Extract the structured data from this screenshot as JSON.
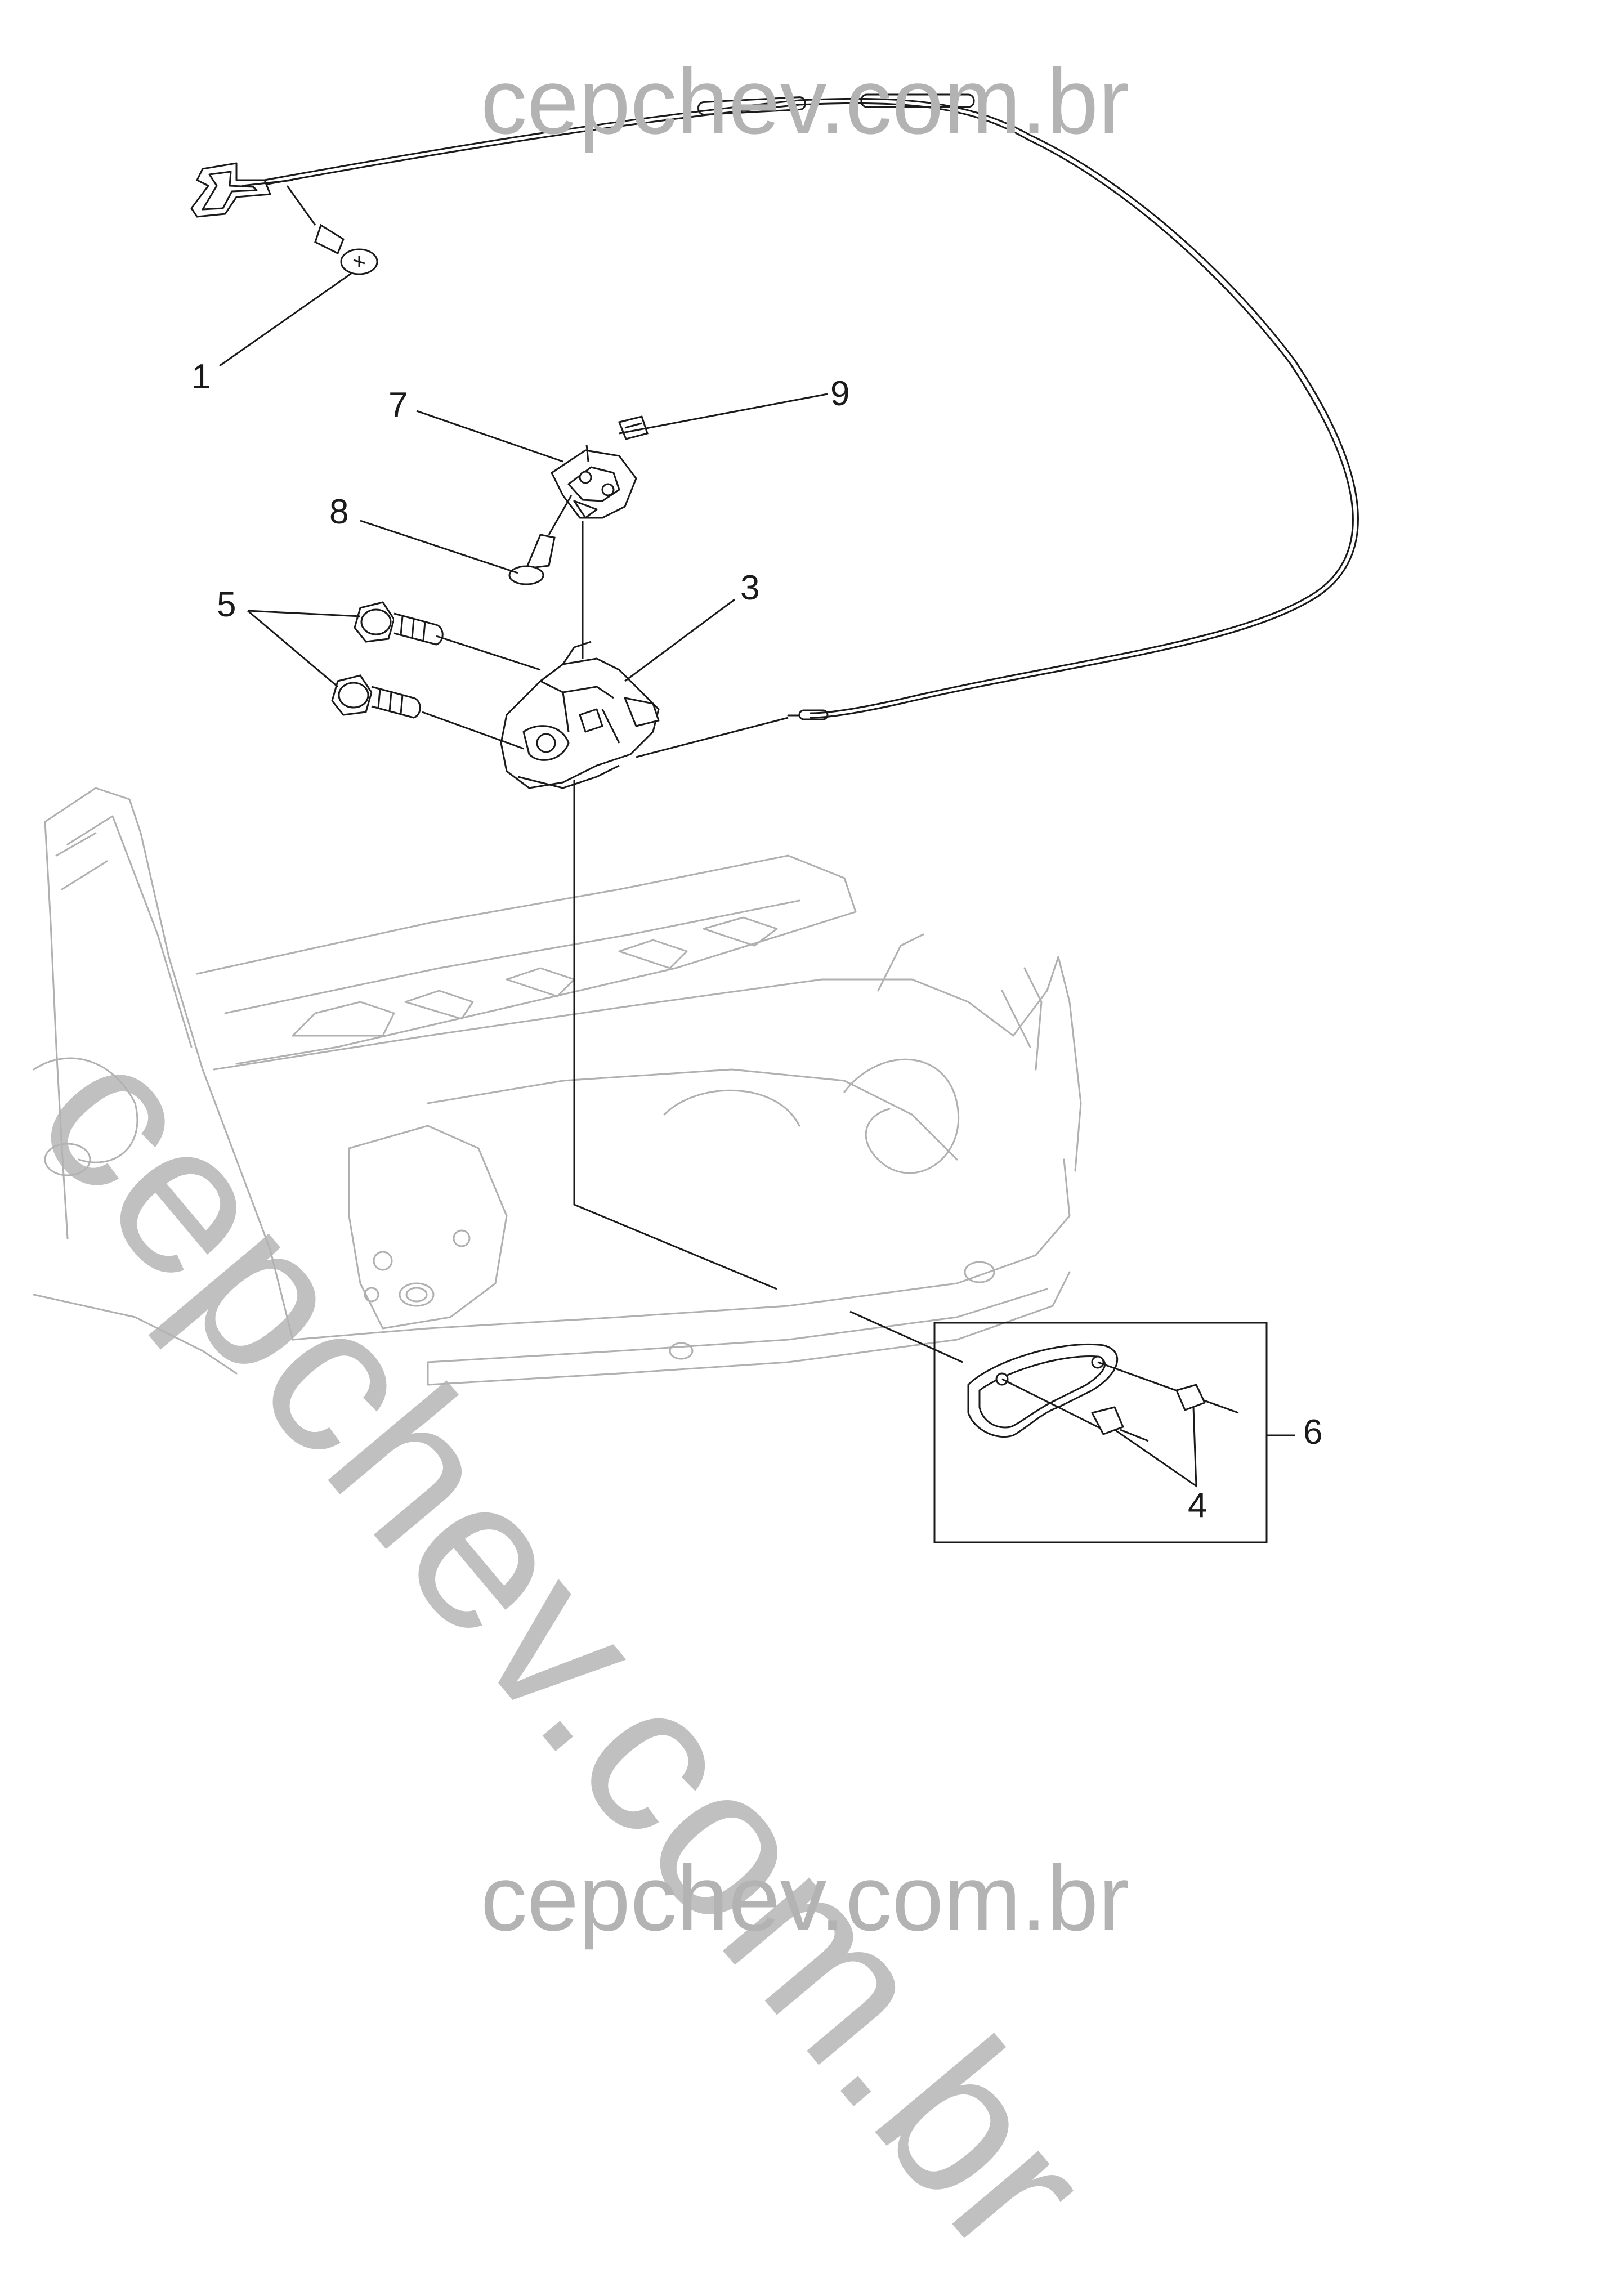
{
  "watermarks": {
    "top": "cepchev.com.br",
    "diagonal": "cepchev.com.br",
    "bottom": "cepchev.com.br"
  },
  "callouts": {
    "c1": "1",
    "c3": "3",
    "c4": "4",
    "c5": "5",
    "c6": "6",
    "c7": "7",
    "c8": "8",
    "c9": "9"
  },
  "colors": {
    "line": "#1a1a1a",
    "body_outline": "#b0b0b0",
    "watermark": "#b3b3b3"
  }
}
